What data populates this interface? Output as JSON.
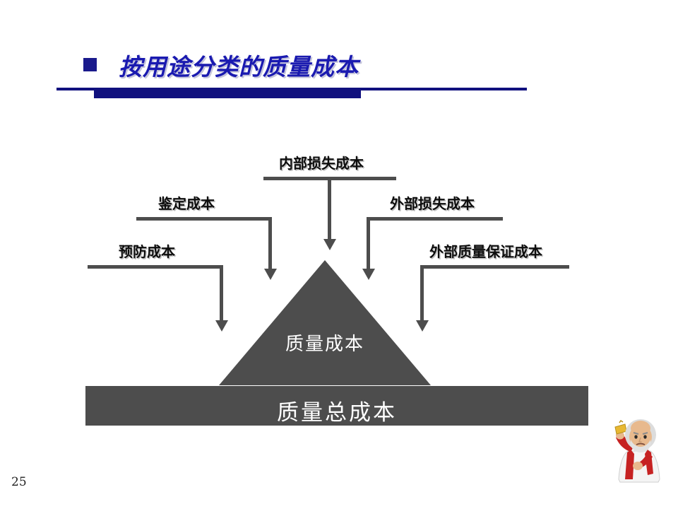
{
  "slide": {
    "title": "按用途分类的质量成本",
    "page_number": "25",
    "accent_color": "#10107e",
    "shape_color": "#4d4d4d",
    "title_color": "#1a1ab0"
  },
  "diagram": {
    "type": "pyramid-callout",
    "pyramid_label": "质量成本",
    "base_label": "质量总成本",
    "callouts": [
      {
        "id": "prevention",
        "label": "预防成本",
        "side": "left"
      },
      {
        "id": "appraisal",
        "label": "鉴定成本",
        "side": "left"
      },
      {
        "id": "internal-failure",
        "label": "内部损失成本",
        "side": "center"
      },
      {
        "id": "external-failure",
        "label": "外部损失成本",
        "side": "right"
      },
      {
        "id": "external-assurance",
        "label": "外部质量保证成本",
        "side": "right"
      }
    ]
  },
  "mascot": {
    "name": "bell-ringing-elder",
    "description": "卡通老者"
  }
}
